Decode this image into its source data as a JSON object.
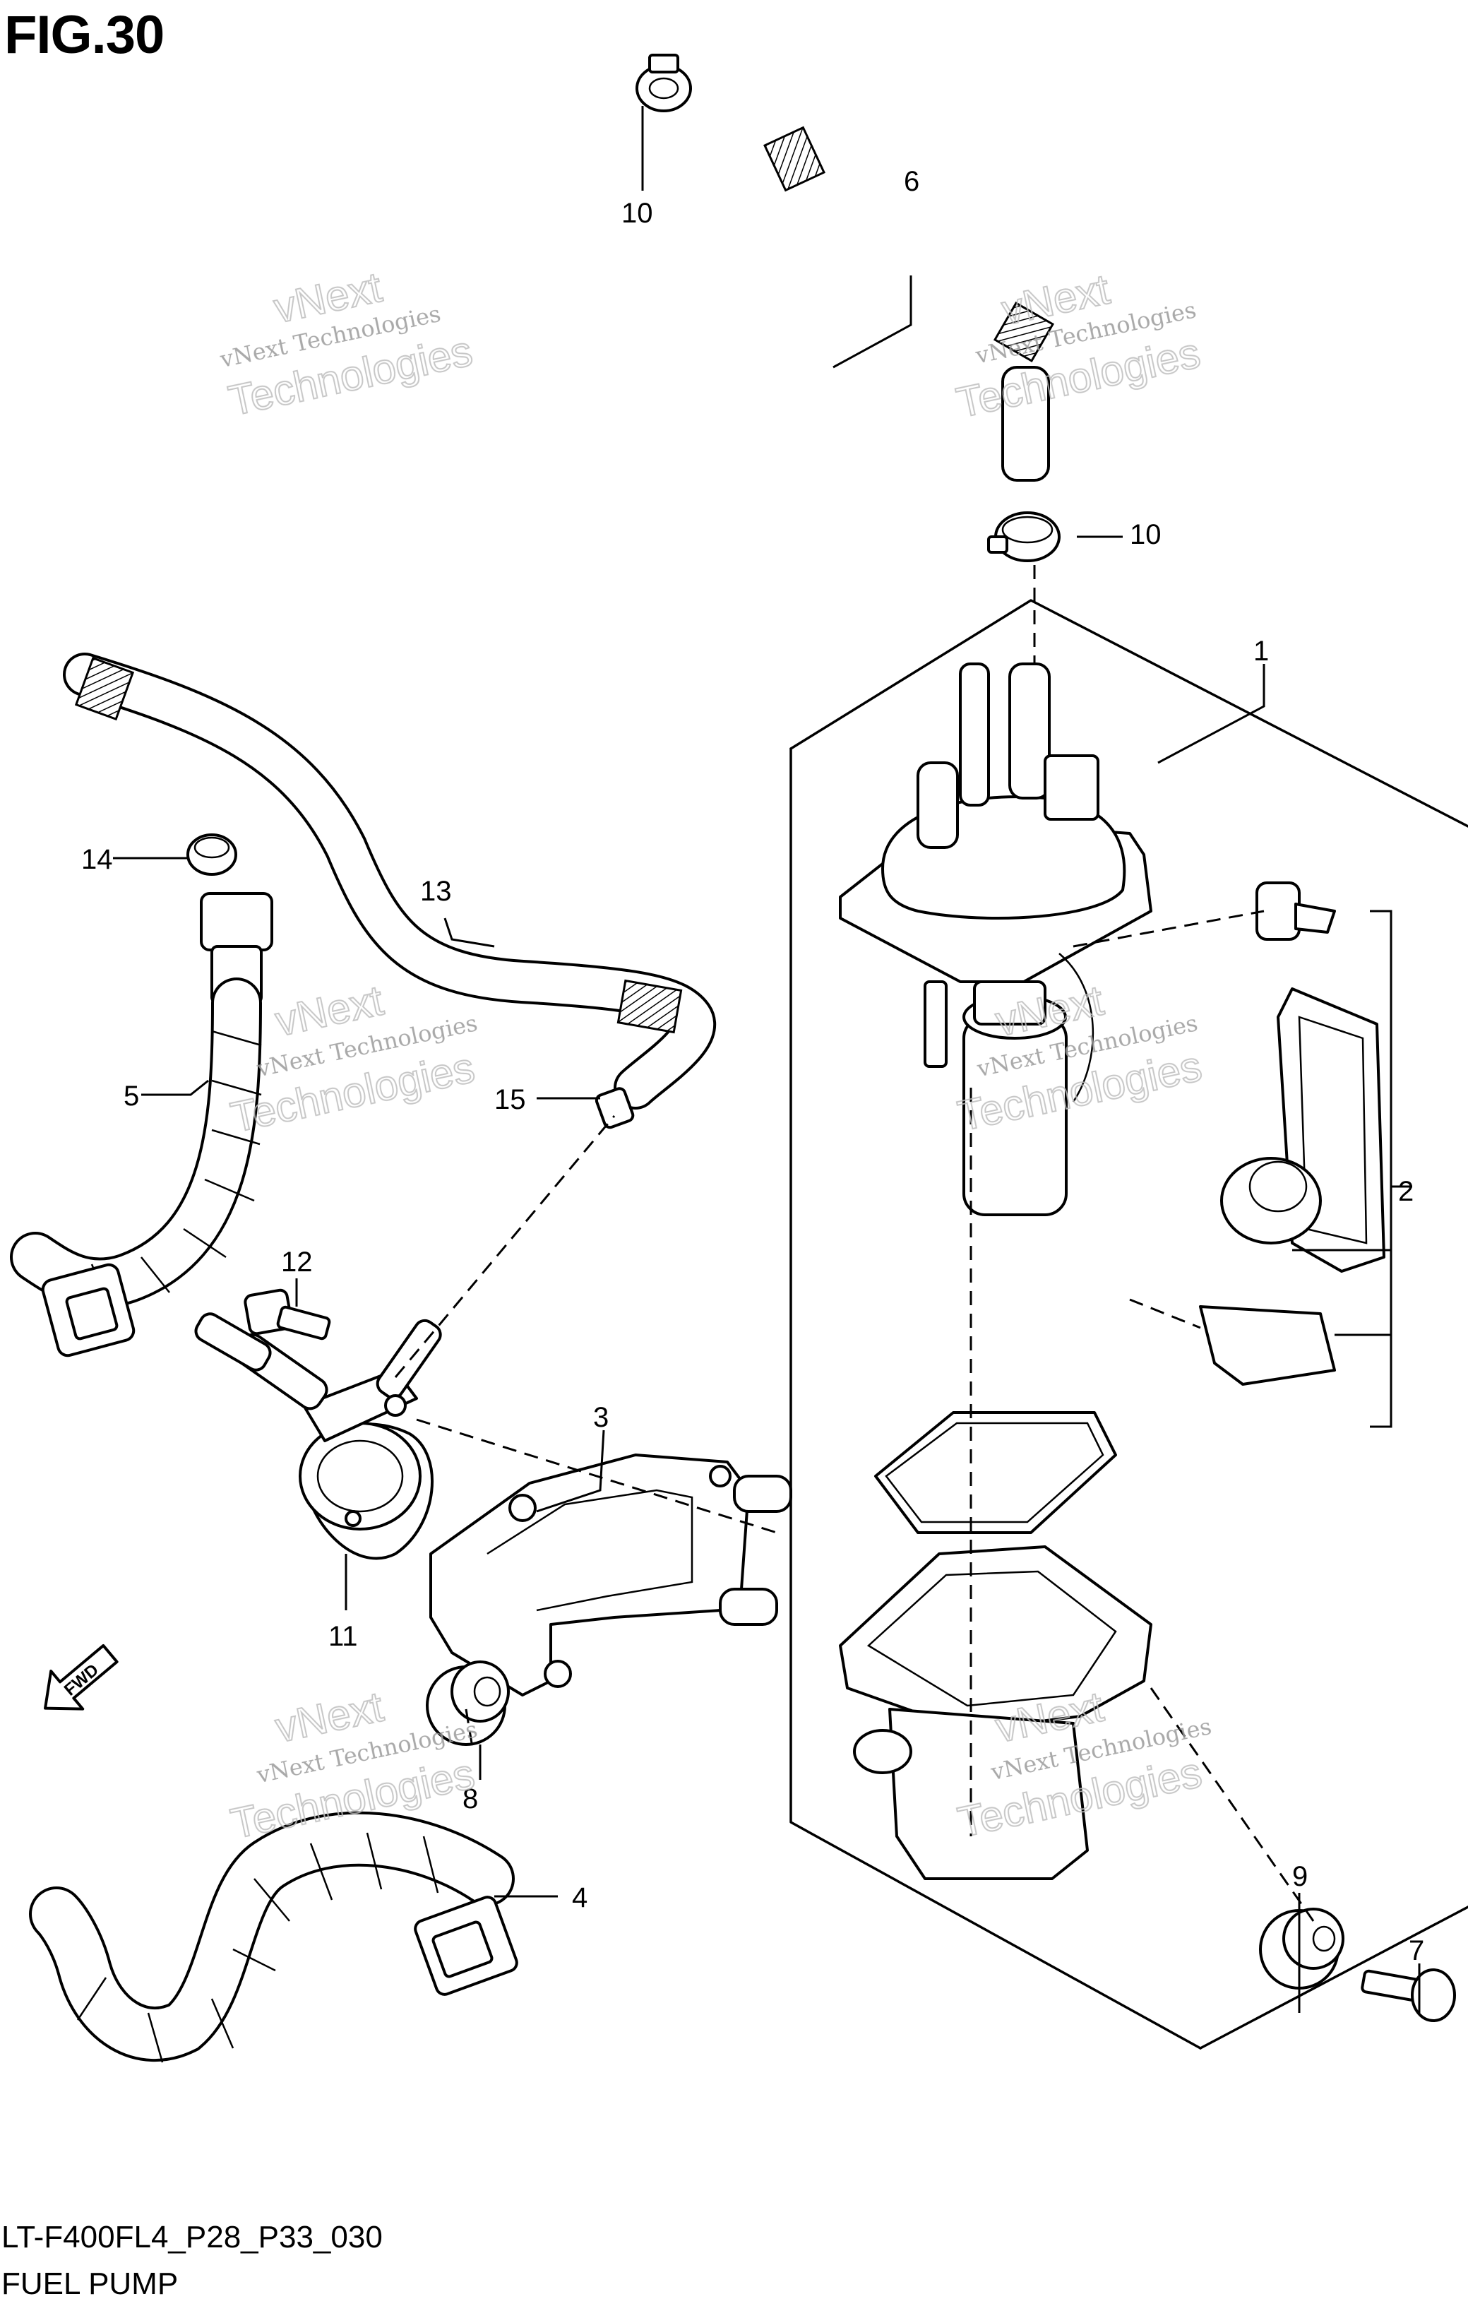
{
  "figure": {
    "title": "FIG.30",
    "code": "LT-F400FL4_P28_P33_030",
    "name": "FUEL PUMP"
  },
  "watermark": {
    "line1": "vNext",
    "line2": "vNext Technologies",
    "line3": "Technologies"
  },
  "callouts": {
    "c1": "1",
    "c2": "2",
    "c3": "3",
    "c4": "4",
    "c5": "5",
    "c6": "6",
    "c7": "7",
    "c8": "8",
    "c9": "9",
    "c10a": "10",
    "c10b": "10",
    "c11": "11",
    "c12": "12",
    "c13": "13",
    "c14": "14",
    "c15": "15"
  },
  "direction_arrow": "FWD"
}
